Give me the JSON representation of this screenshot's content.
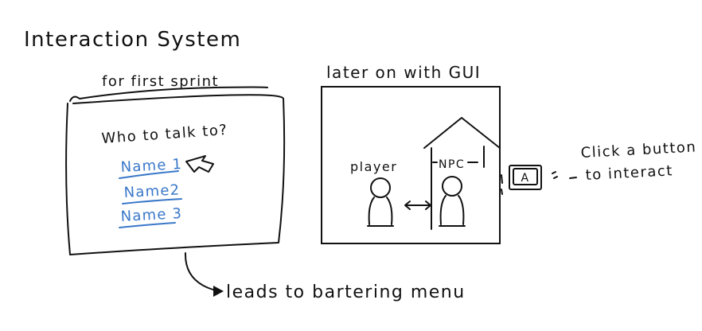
{
  "title": "Interaction System",
  "left_panel": {
    "caption": "for first sprint",
    "prompt": "Who to talk to?",
    "names": [
      "Name 1",
      "Name2",
      "Name 3"
    ]
  },
  "right_panel": {
    "caption": "later on with GUI",
    "player_label": "player",
    "npc_label": "NPC",
    "button_key": "A",
    "button_note_line1": "Click a button",
    "button_note_line2": "to interact"
  },
  "footer_note": "leads to bartering menu",
  "colors": {
    "ink": "#111111",
    "link": "#3a78c9",
    "background": "#ffffff"
  },
  "icons": [
    "cursor-arrow-icon",
    "double-arrow-icon",
    "bracket-arrow-icon"
  ]
}
